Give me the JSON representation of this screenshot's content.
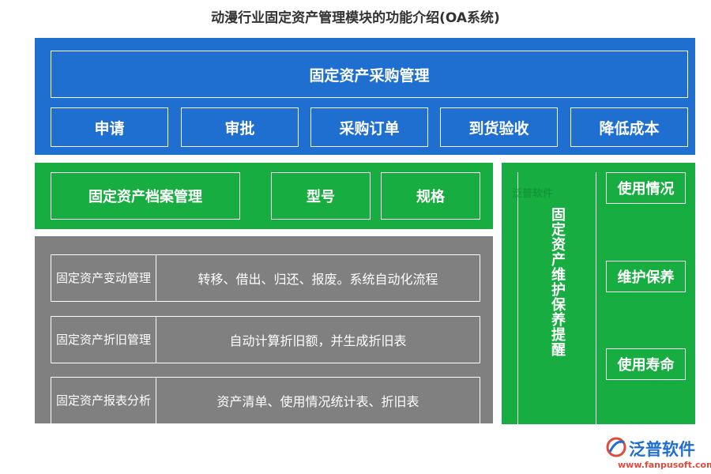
{
  "title": "动漫行业固定资产管理模块的功能介绍(OA系统)",
  "purchase": {
    "header": "固定资产采购管理",
    "steps": [
      "申请",
      "审批",
      "采购订单",
      "到货验收",
      "降低成本"
    ]
  },
  "archive": {
    "header": "固定资产档案管理",
    "items": [
      "型号",
      "规格"
    ]
  },
  "rows": [
    {
      "label": "固定资产变动管理",
      "desc": "转移、借出、归还、报废。系统自动化流程"
    },
    {
      "label": "固定资产折旧管理",
      "desc": "自动计算折旧额，并生成折旧表"
    },
    {
      "label": "固定资产报表分析",
      "desc": "资产清单、使用情况统计表、折旧表"
    }
  ],
  "maintenance": {
    "header": "固定资产维护保养提醒",
    "items": [
      "使用情况",
      "维护保养",
      "使用寿命"
    ],
    "watermark": "泛普软件"
  },
  "logo": {
    "brand": "泛普软件",
    "url": "www.fanpusoft.com"
  },
  "colors": {
    "blue": "#1f6fd1",
    "green": "#18ad41",
    "gray": "#808080"
  }
}
